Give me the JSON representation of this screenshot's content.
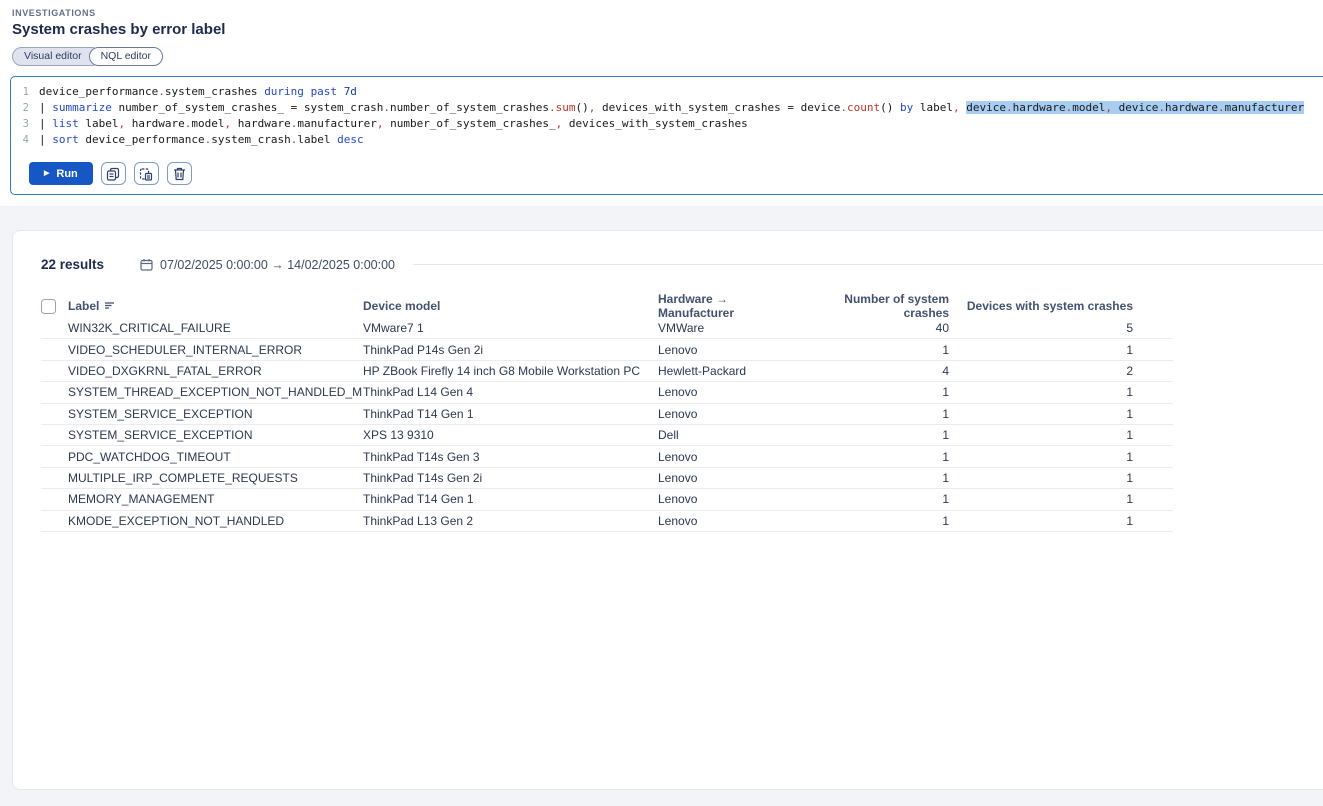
{
  "page": {
    "eyebrow": "INVESTIGATIONS",
    "title": "System crashes by error label"
  },
  "tabs": [
    {
      "label": "Visual editor",
      "active": false
    },
    {
      "label": "NQL editor",
      "active": true
    }
  ],
  "editor": {
    "lines": [
      {
        "num": "1",
        "tokens": [
          [
            "device_performance",
            "t"
          ],
          [
            ".",
            "d"
          ],
          [
            "system_crashes",
            "t"
          ],
          [
            " ",
            "t"
          ],
          [
            "during",
            "k"
          ],
          [
            " ",
            "t"
          ],
          [
            "past",
            "k"
          ],
          [
            " ",
            "t"
          ],
          [
            "7d",
            "n"
          ]
        ]
      },
      {
        "num": "2",
        "tokens": [
          [
            "| ",
            "t"
          ],
          [
            "summarize",
            "k"
          ],
          [
            " number_of_system_crashes_ = system_crash",
            "t"
          ],
          [
            ".",
            "d"
          ],
          [
            "number_of_system_crashes",
            "t"
          ],
          [
            ".",
            "d"
          ],
          [
            "sum",
            "f"
          ],
          [
            "()",
            "t"
          ],
          [
            ",",
            "d"
          ],
          [
            " devices_with_system_crashes = device",
            "t"
          ],
          [
            ".",
            "d"
          ],
          [
            "count",
            "f"
          ],
          [
            "()",
            "t"
          ],
          [
            " ",
            "t"
          ],
          [
            "by",
            "k"
          ],
          [
            " label",
            "t"
          ],
          [
            ",",
            "d"
          ],
          [
            " ",
            "t"
          ],
          [
            "device",
            "t",
            1
          ],
          [
            ".",
            "d",
            1
          ],
          [
            "hardware",
            "t",
            1
          ],
          [
            ".",
            "d",
            1
          ],
          [
            "model",
            "t",
            1
          ],
          [
            ",",
            "d",
            1
          ],
          [
            " ",
            "t",
            1
          ],
          [
            "device",
            "t",
            1
          ],
          [
            ".",
            "d",
            1
          ],
          [
            "hardware",
            "t",
            1
          ],
          [
            ".",
            "d",
            1
          ],
          [
            "manufacturer",
            "t",
            1
          ]
        ]
      },
      {
        "num": "3",
        "tokens": [
          [
            "| ",
            "t"
          ],
          [
            "list",
            "k"
          ],
          [
            " label",
            "t"
          ],
          [
            ",",
            "d"
          ],
          [
            " hardware",
            "t"
          ],
          [
            ".",
            "d"
          ],
          [
            "model",
            "t"
          ],
          [
            ",",
            "d"
          ],
          [
            " hardware",
            "t"
          ],
          [
            ".",
            "d"
          ],
          [
            "manufacturer",
            "t"
          ],
          [
            ",",
            "d"
          ],
          [
            " number_of_system_crashes_",
            "t"
          ],
          [
            ",",
            "d"
          ],
          [
            " devices_with_system_crashes",
            "t"
          ]
        ]
      },
      {
        "num": "4",
        "tokens": [
          [
            "| ",
            "t"
          ],
          [
            "sort",
            "k"
          ],
          [
            " device_performance",
            "t"
          ],
          [
            ".",
            "d"
          ],
          [
            "system_crash",
            "t"
          ],
          [
            ".",
            "d"
          ],
          [
            "label",
            "t"
          ],
          [
            " ",
            "t"
          ],
          [
            "desc",
            "k"
          ]
        ]
      }
    ]
  },
  "toolbar": {
    "run_label": "Run",
    "icons": [
      "copy-icon",
      "paste-icon",
      "trash-icon"
    ]
  },
  "results": {
    "count_label": "22 results",
    "date_range": "07/02/2025 0:00:00 → 14/02/2025 0:00:00"
  },
  "table": {
    "headers": [
      "Label",
      "Device model",
      "Hardware → Manufacturer",
      "Number of system crashes",
      "Devices with system crashes"
    ],
    "rows": [
      {
        "label": "WIN32K_CRITICAL_FAILURE",
        "model": "VMware7 1",
        "manufacturer": "VMWare",
        "crashes": "40",
        "devices": "5"
      },
      {
        "label": "VIDEO_SCHEDULER_INTERNAL_ERROR",
        "model": "ThinkPad P14s Gen 2i",
        "manufacturer": "Lenovo",
        "crashes": "1",
        "devices": "1"
      },
      {
        "label": "VIDEO_DXGKRNL_FATAL_ERROR",
        "model": "HP ZBook Firefly 14 inch G8 Mobile Workstation PC",
        "manufacturer": "Hewlett-Packard",
        "crashes": "4",
        "devices": "2"
      },
      {
        "label": "SYSTEM_THREAD_EXCEPTION_NOT_HANDLED_M",
        "model": "ThinkPad L14 Gen 4",
        "manufacturer": "Lenovo",
        "crashes": "1",
        "devices": "1"
      },
      {
        "label": "SYSTEM_SERVICE_EXCEPTION",
        "model": "ThinkPad T14 Gen 1",
        "manufacturer": "Lenovo",
        "crashes": "1",
        "devices": "1"
      },
      {
        "label": "SYSTEM_SERVICE_EXCEPTION",
        "model": "XPS 13 9310",
        "manufacturer": "Dell",
        "crashes": "1",
        "devices": "1"
      },
      {
        "label": "PDC_WATCHDOG_TIMEOUT",
        "model": "ThinkPad T14s Gen 3",
        "manufacturer": "Lenovo",
        "crashes": "1",
        "devices": "1"
      },
      {
        "label": "MULTIPLE_IRP_COMPLETE_REQUESTS",
        "model": "ThinkPad T14s Gen 2i",
        "manufacturer": "Lenovo",
        "crashes": "1",
        "devices": "1"
      },
      {
        "label": "MEMORY_MANAGEMENT",
        "model": "ThinkPad T14 Gen 1",
        "manufacturer": "Lenovo",
        "crashes": "1",
        "devices": "1"
      },
      {
        "label": "KMODE_EXCEPTION_NOT_HANDLED",
        "model": "ThinkPad L13 Gen 2",
        "manufacturer": "Lenovo",
        "crashes": "1",
        "devices": "1"
      }
    ]
  },
  "colors": {
    "editor_border": "#2e7dd1",
    "run_button": "#1656c5",
    "keyword": "#2248d0",
    "punctuation_red": "#c3332b",
    "selection": "#a7cdf1",
    "panel_background": "#f2f4f8",
    "header_text": "#42526e"
  }
}
